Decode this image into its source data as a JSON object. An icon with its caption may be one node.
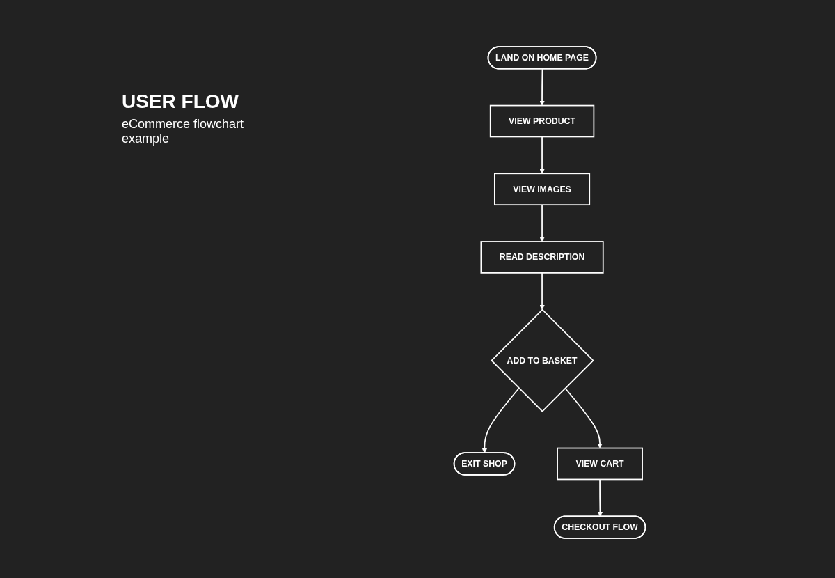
{
  "diagram": {
    "title": "USER FLOW",
    "nodes": [
      {
        "text": [
          "LAND ON HOME PAGE"
        ]
      },
      {
        "text": [
          "VIEW PRODUCT"
        ]
      },
      {
        "text": [
          "VIEW IMAGES"
        ]
      },
      {
        "text": [
          "READ DESCRIPTION"
        ]
      },
      {
        "text": [
          "ADD TO BASKET"
        ]
      },
      {
        "text": [
          "EXIT SHOP"
        ]
      },
      {
        "text": [
          "VIEW CART"
        ]
      },
      {
        "text": [
          "CHECKOUT FLOW"
        ]
      }
    ],
    "edges": [
      {
        "from": 0,
        "to": 1,
        "arrow": "to"
      },
      {
        "from": 1,
        "to": 2,
        "arrow": "to"
      },
      {
        "from": 2,
        "to": 3,
        "arrow": "to"
      },
      {
        "from": 3,
        "to": 4,
        "arrow": "to"
      },
      {
        "from": 4,
        "to": 5,
        "arrow": "to"
      },
      {
        "from": 4,
        "to": 6,
        "arrow": "to"
      },
      {
        "from": 6,
        "to": 7,
        "arrow": "to"
      }
    ],
    "labels": [
      "eCommerce flowchart example"
    ]
  }
}
